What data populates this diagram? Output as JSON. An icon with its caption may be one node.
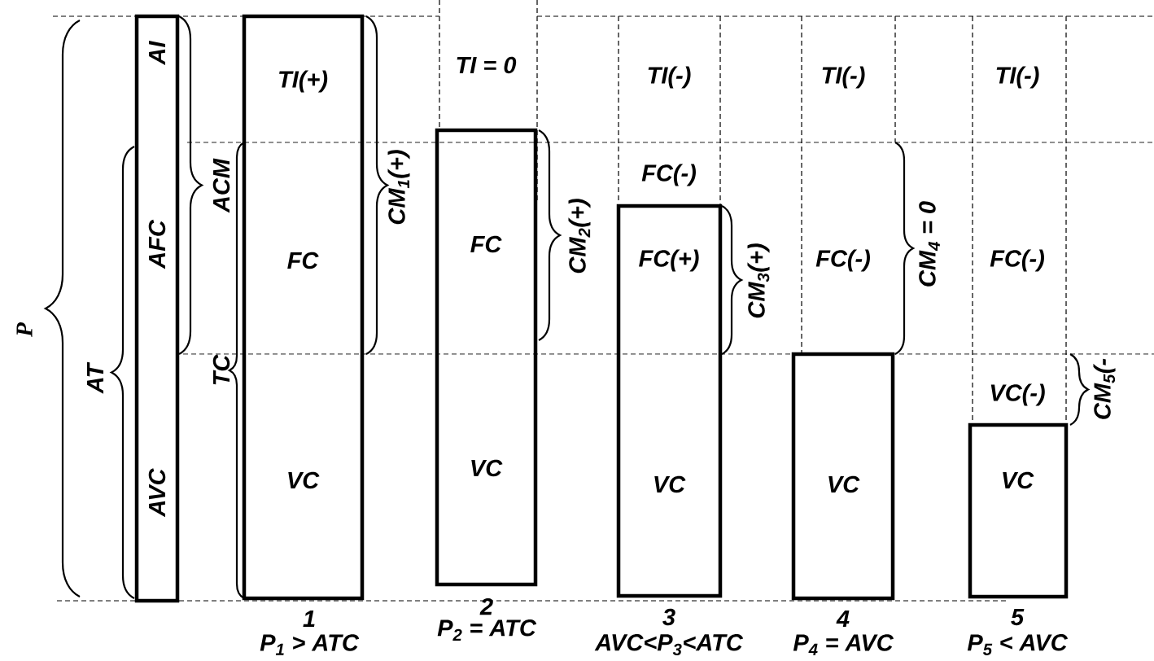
{
  "diagram": {
    "nodes": [
      {
        "text": [
          "AI",
          "AFC",
          "AVC"
        ]
      },
      {
        "text": [
          "TI(+)",
          "FC",
          "VC"
        ],
        "beside": [
          "1",
          "P$_{1}$ > ATC"
        ]
      },
      {
        "text": [
          "FC",
          "VC"
        ],
        "beside": [
          "2",
          "P$_{2}$ = ATC"
        ]
      },
      {
        "text": [
          "FC(+)",
          "VC"
        ],
        "beside": [
          "3",
          "AVC<P$_{3}$<ATC"
        ]
      },
      {
        "text": [
          "VC"
        ],
        "beside": [
          "4",
          "P$_{4}$ = AVC"
        ]
      },
      {
        "text": [
          "VC"
        ],
        "beside": [
          "5",
          "P$_{5}$ < AVC"
        ]
      }
    ],
    "labels": [
      "TI = 0",
      "TI(-)",
      "TI(-)",
      "TI(-)",
      "ACM",
      "CM$_{1}$(+)",
      "FC(-)",
      "CM$_{2}$(+)",
      "FC(-)",
      "CM$_{4}$ = 0",
      "FC(-)",
      "CM$_{3}$(+)",
      "P",
      "AT",
      "TC",
      "VC(-)",
      "CM$_{5}$(-"
    ]
  }
}
